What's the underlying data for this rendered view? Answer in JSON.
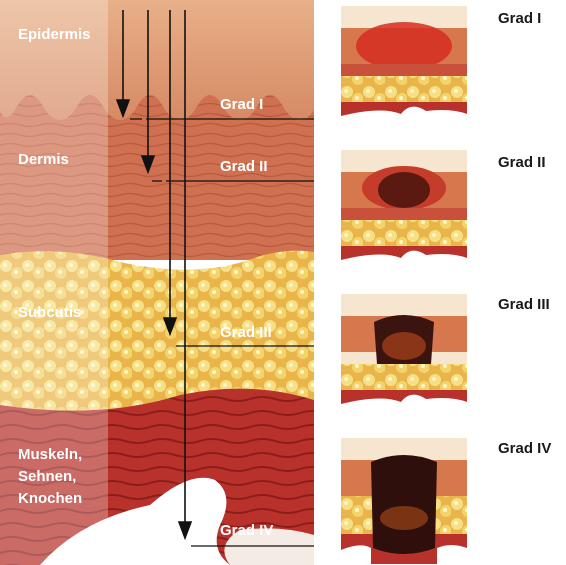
{
  "layers": {
    "epidermis": "Epidermis",
    "dermis": "Dermis",
    "subcutis": "Subcutis",
    "muscle": "Muskeln,\nSehnen,\nKnochen"
  },
  "depth_labels": [
    "Grad I",
    "Grad II",
    "Grad III",
    "Grad IV"
  ],
  "panels": [
    {
      "label": "Grad I"
    },
    {
      "label": "Grad II"
    },
    {
      "label": "Grad III"
    },
    {
      "label": "Grad IV"
    }
  ],
  "colors": {
    "skin": "#d98a66",
    "dermis": "#c96a4a",
    "fat": "#f1cf57",
    "muscle": "#b8322b",
    "bone": "#ffffff",
    "burn": "#3b1410"
  }
}
